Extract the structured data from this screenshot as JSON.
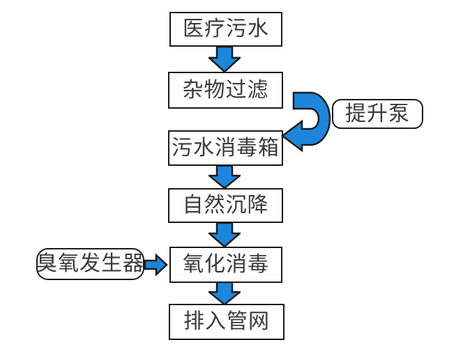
{
  "colors": {
    "accent": "#1B86DB",
    "outline": "#1A1A1A",
    "text": "#3A3A3A",
    "background": "#FFFFFF"
  },
  "nodes": {
    "medical_wastewater": "医疗污水",
    "debris_filtration": "杂物过滤",
    "lift_pump": "提升泵",
    "sewage_disinfection_tank": "污水消毒箱",
    "natural_sedimentation": "自然沉降",
    "ozone_generator": "臭氧发生器",
    "oxidation_disinfection": "氧化消毒",
    "discharge_to_pipe_network": "排入管网"
  }
}
